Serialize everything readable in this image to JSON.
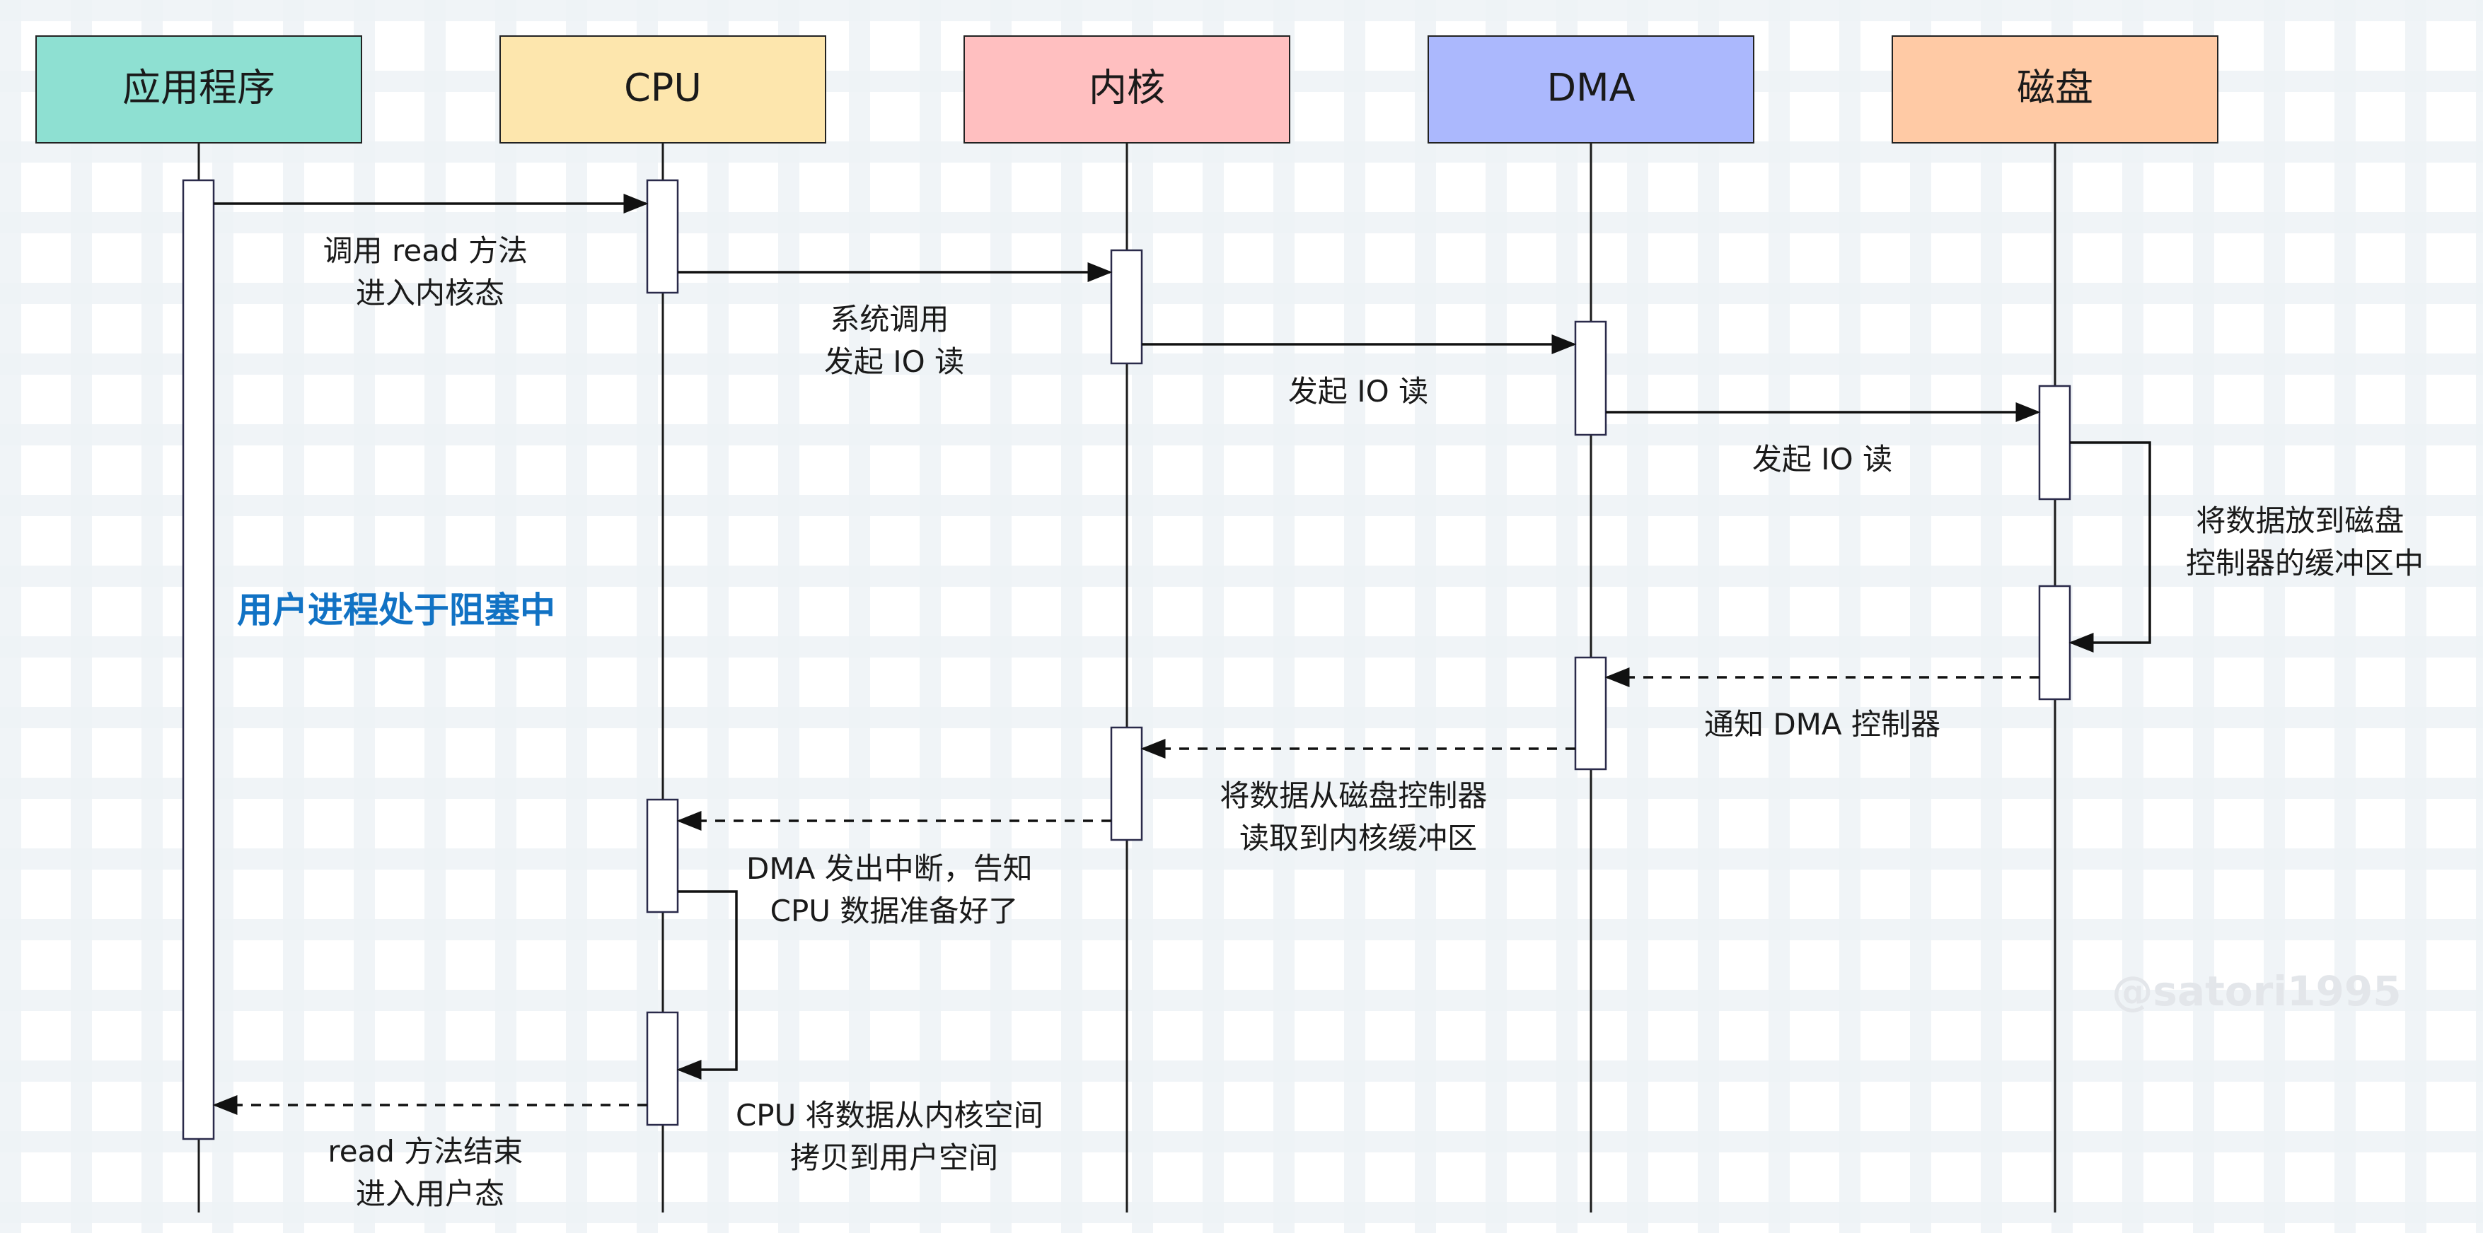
{
  "participants": [
    {
      "id": "app",
      "label": "应用程序",
      "color": "#8ee0d2"
    },
    {
      "id": "cpu",
      "label": "CPU",
      "color": "#fde6ad"
    },
    {
      "id": "kernel",
      "label": "内核",
      "color": "#ffbfc0"
    },
    {
      "id": "dma",
      "label": "DMA",
      "color": "#abb8fd"
    },
    {
      "id": "disk",
      "label": "磁盘",
      "color": "#ffcaa5"
    }
  ],
  "messages": [
    {
      "id": "m1",
      "label": [
        "调用 read 方法",
        "进入内核态"
      ],
      "style": "solid"
    },
    {
      "id": "m2",
      "label": [
        "系统调用",
        "发起 IO 读"
      ],
      "style": "solid"
    },
    {
      "id": "m3",
      "label": [
        "发起 IO 读"
      ],
      "style": "solid"
    },
    {
      "id": "m4",
      "label": [
        "发起 IO 读"
      ],
      "style": "solid"
    },
    {
      "id": "m5",
      "label": [
        "将数据放到磁盘",
        "控制器的缓冲区中"
      ],
      "style": "self"
    },
    {
      "id": "m6",
      "label": [
        "通知 DMA 控制器"
      ],
      "style": "dashed"
    },
    {
      "id": "m7",
      "label": [
        "将数据从磁盘控制器",
        "读取到内核缓冲区"
      ],
      "style": "dashed"
    },
    {
      "id": "m8",
      "label": [
        "DMA 发出中断，告知",
        "CPU 数据准备好了"
      ],
      "style": "dashed"
    },
    {
      "id": "m9",
      "label": [
        "CPU 将数据从内核空间",
        "拷贝到用户空间"
      ],
      "style": "self"
    },
    {
      "id": "m10",
      "label": [
        "read 方法结束",
        "进入用户态"
      ],
      "style": "dashed"
    }
  ],
  "note": {
    "label": "用户进程处于阻塞中",
    "color": "#1172c4"
  },
  "watermark": "@satori1995"
}
